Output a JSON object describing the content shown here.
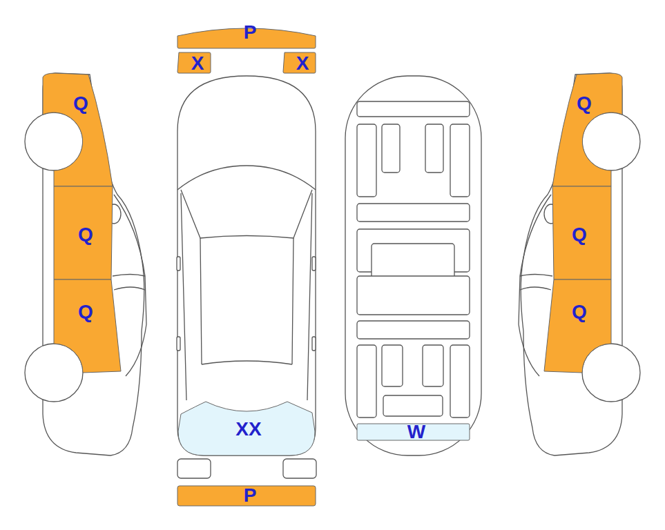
{
  "diagram": {
    "nodes": [
      {
        "text": [
          "P"
        ]
      },
      {
        "text": [
          "X"
        ]
      },
      {
        "text": [
          "X"
        ]
      },
      {
        "text": [
          "Q"
        ]
      },
      {
        "text": [
          "Q"
        ]
      },
      {
        "text": [
          "Q"
        ]
      },
      {
        "text": [
          "Q"
        ]
      },
      {
        "text": [
          "Q"
        ]
      },
      {
        "text": [
          "Q"
        ]
      },
      {
        "text": [
          "XX"
        ]
      },
      {
        "text": [
          "W"
        ]
      },
      {
        "text": [
          "P"
        ]
      }
    ]
  }
}
